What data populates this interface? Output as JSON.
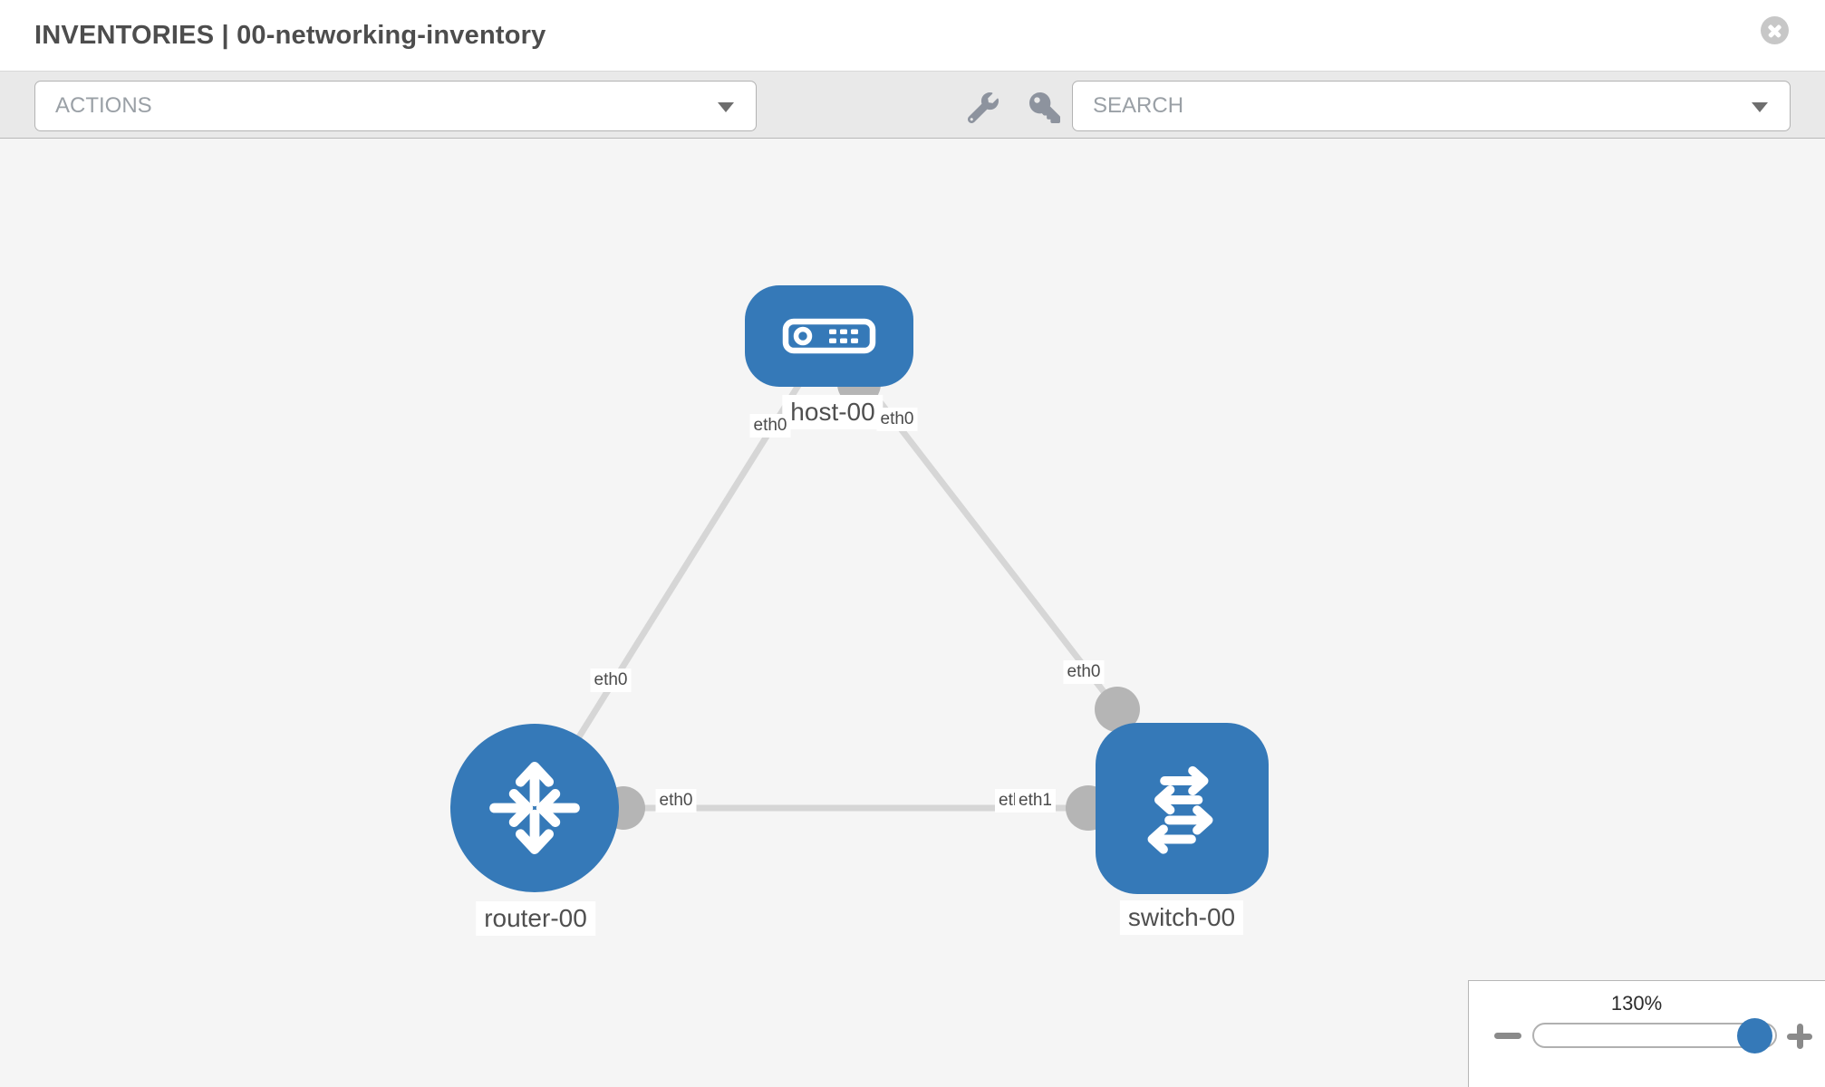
{
  "header": {
    "title": "INVENTORIES | 00-networking-inventory"
  },
  "toolbar": {
    "actions_label": "ACTIONS",
    "search_label": "SEARCH",
    "icons": [
      "wrench-icon",
      "key-icon"
    ]
  },
  "topology": {
    "nodes": [
      {
        "id": "host-00",
        "type": "host",
        "label": "host-00"
      },
      {
        "id": "router-00",
        "type": "router",
        "label": "router-00"
      },
      {
        "id": "switch-00",
        "type": "switch",
        "label": "switch-00"
      }
    ],
    "links": [
      {
        "from": "host-00",
        "to": "router-00",
        "from_if": "eth0",
        "to_if": "eth0"
      },
      {
        "from": "host-00",
        "to": "switch-00",
        "from_if": "eth0",
        "to_if": "eth0"
      },
      {
        "from": "router-00",
        "to": "switch-00",
        "from_if": "eth0",
        "to_if": "eth1"
      }
    ],
    "labels": {
      "host": "host-00",
      "router": "router-00",
      "switch": "switch-00",
      "host_if_left": "eth0",
      "host_if_right": "eth0",
      "router_if_top": "eth0",
      "router_if_right": "eth0",
      "switch_if_top": "eth0",
      "switch_if_left_under": "eth0",
      "switch_if_left_over": "eth1"
    }
  },
  "zoom_control": {
    "level": "130%"
  },
  "colors": {
    "node_blue": "#3579b8",
    "link_gray": "#d6d6d6",
    "port_gray": "#b5b5b5",
    "canvas_bg": "#f5f5f5",
    "toolbar_bg": "#e9e9e9"
  }
}
